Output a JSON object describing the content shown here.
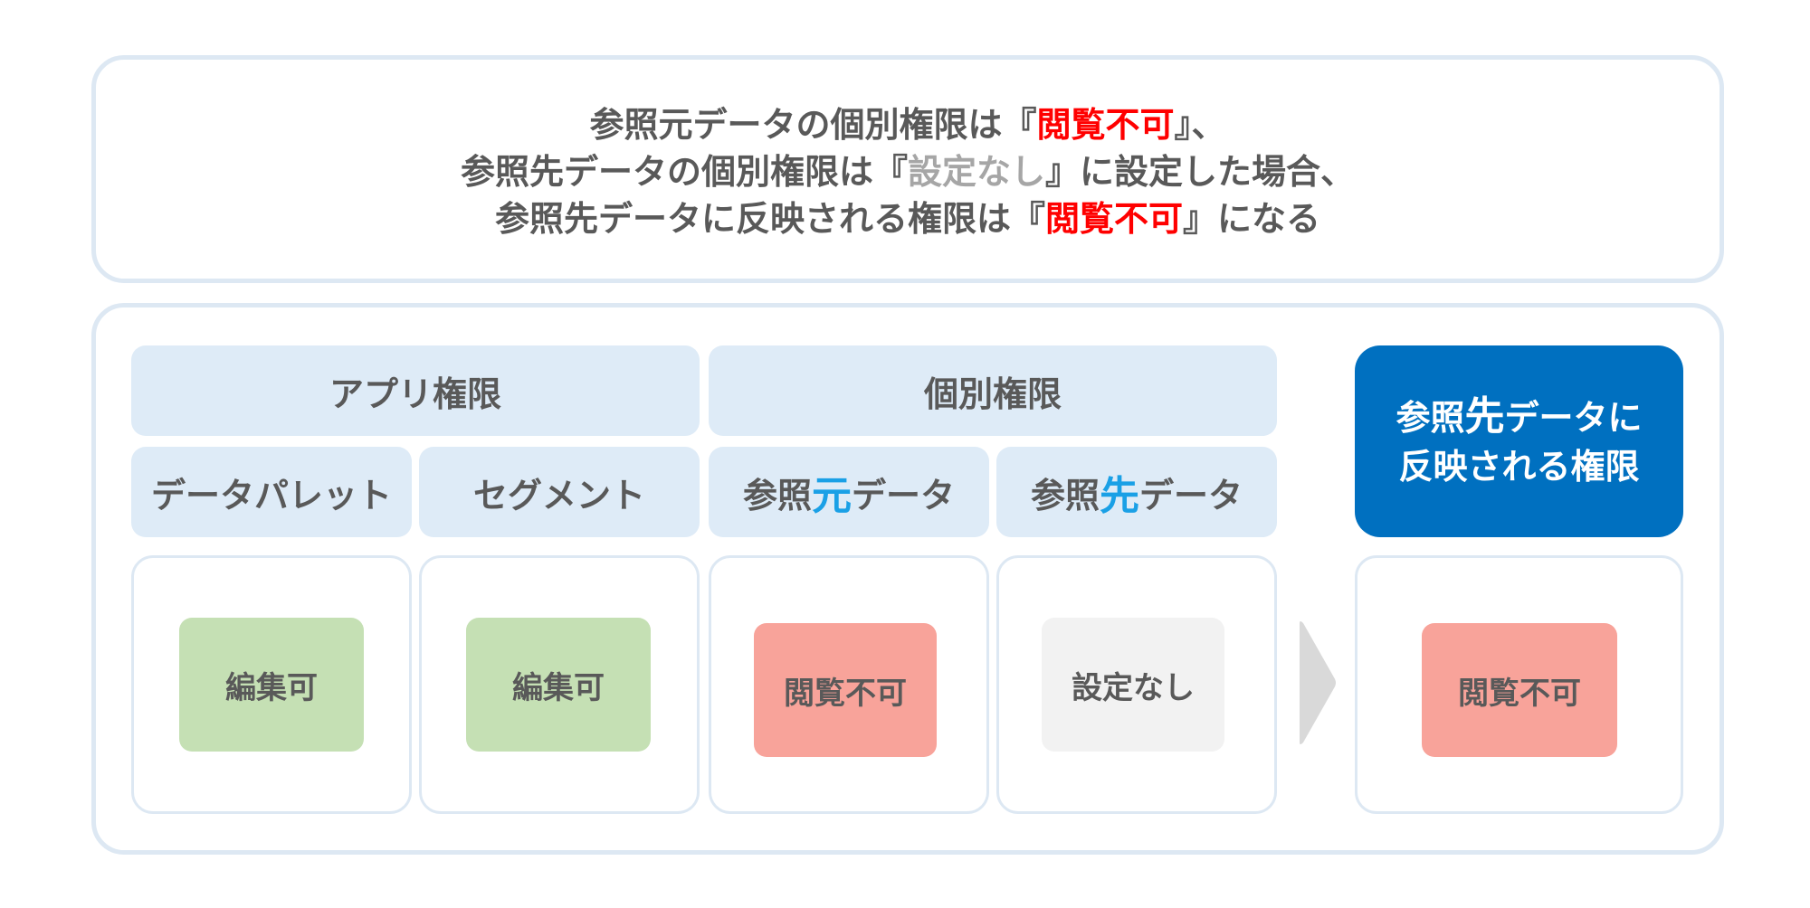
{
  "summary": {
    "line1": {
      "a": "参照元データの個別権限は『",
      "b": "閲覧不可",
      "c": "』、"
    },
    "line2": {
      "a": "参照先データの個別権限は『",
      "b": "設定なし",
      "c": "』に設定した場合、"
    },
    "line3": {
      "a": "参照先データに反映される権限は『",
      "b": "閲覧不可",
      "c": "』になる"
    }
  },
  "headers": {
    "app_permission": "アプリ権限",
    "individual_permission": "個別権限",
    "data_palette": "データパレット",
    "segment": "セグメント",
    "source": {
      "prefix": "参照",
      "accent": "元",
      "suffix": "データ"
    },
    "target": {
      "prefix": "参照",
      "accent": "先",
      "suffix": "データ"
    },
    "result": {
      "l1_prefix": "参照",
      "l1_accent": "先",
      "l1_suffix": "データに",
      "l2": "反映される権限"
    }
  },
  "values": {
    "data_palette": "編集可",
    "segment": "編集可",
    "source": "閲覧不可",
    "target": "設定なし",
    "result": "閲覧不可"
  },
  "colors": {
    "accent": "#1aa0e6",
    "emphasis_red": "#ff0000",
    "result_header": "#0070c0",
    "editable": "#c5e0b4",
    "not_viewable": "#f8a39a",
    "not_set": "#f2f2f2"
  },
  "icons": {
    "arrow": "chevron-right-arrow"
  }
}
